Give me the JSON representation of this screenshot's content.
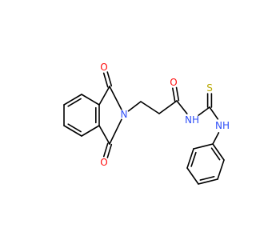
{
  "colors": {
    "bond": "#000000",
    "O": "#ff0d0d",
    "N": "#3050f8",
    "S": "#b8a800",
    "background": "#ffffff"
  },
  "atoms": [
    {
      "id": "O1",
      "label": "O",
      "element": "O"
    },
    {
      "id": "N1",
      "label": "N",
      "element": "N"
    },
    {
      "id": "O2",
      "label": "O",
      "element": "O"
    },
    {
      "id": "O3",
      "label": "O",
      "element": "O"
    },
    {
      "id": "NH1",
      "label": "NH",
      "element": "N"
    },
    {
      "id": "S1",
      "label": "S",
      "element": "S"
    },
    {
      "id": "NH2",
      "label": "NH",
      "element": "N"
    }
  ]
}
